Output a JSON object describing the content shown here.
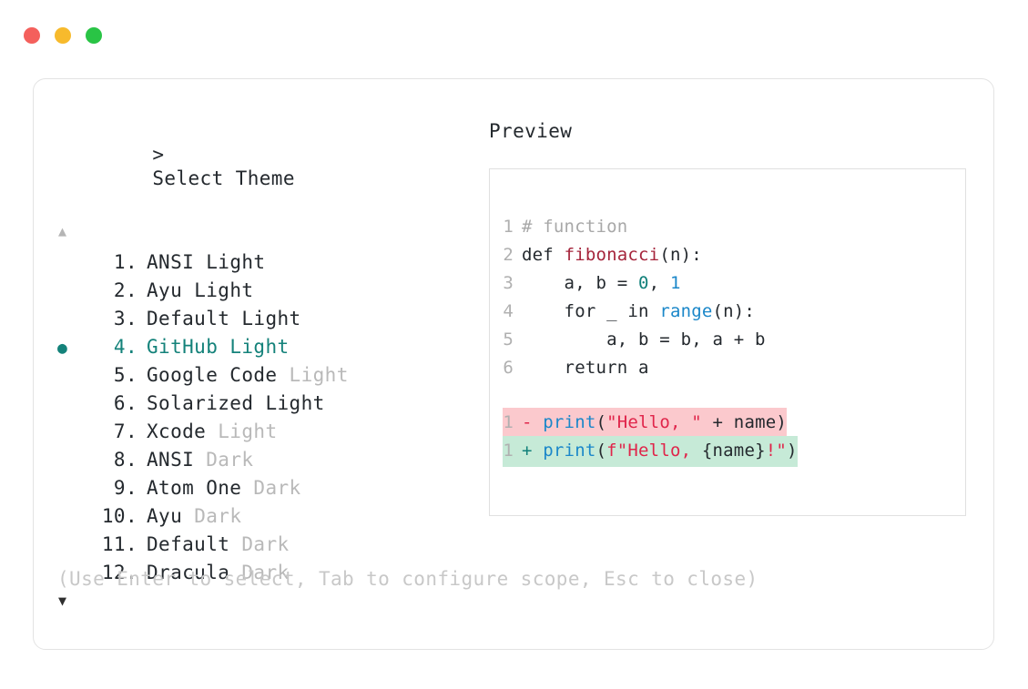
{
  "window": {
    "dots": [
      {
        "name": "close",
        "color": "#f4605c"
      },
      {
        "name": "minimize",
        "color": "#f7ba2c"
      },
      {
        "name": "maximize",
        "color": "#29c445"
      }
    ]
  },
  "selector": {
    "prompt_symbol": ">",
    "title": "Select Theme",
    "scroll_up_icon": "▲",
    "scroll_down_icon": "▼",
    "bullet_icon": "●",
    "selected_index": 4,
    "accent_color": "#14827a",
    "items": [
      {
        "index": "1.",
        "name": "ANSI",
        "suffix": "Light",
        "suffix_dim": false,
        "selected": false
      },
      {
        "index": "2.",
        "name": "Ayu",
        "suffix": "Light",
        "suffix_dim": false,
        "selected": false
      },
      {
        "index": "3.",
        "name": "Default",
        "suffix": "Light",
        "suffix_dim": false,
        "selected": false
      },
      {
        "index": "4.",
        "name": "GitHub",
        "suffix": "Light",
        "suffix_dim": false,
        "selected": true
      },
      {
        "index": "5.",
        "name": "Google Code",
        "suffix": "Light",
        "suffix_dim": true,
        "selected": false
      },
      {
        "index": "6.",
        "name": "Solarized",
        "suffix": "Light",
        "suffix_dim": false,
        "selected": false
      },
      {
        "index": "7.",
        "name": "Xcode",
        "suffix": "Light",
        "suffix_dim": true,
        "selected": false
      },
      {
        "index": "8.",
        "name": "ANSI",
        "suffix": "Dark",
        "suffix_dim": true,
        "selected": false
      },
      {
        "index": "9.",
        "name": "Atom One",
        "suffix": "Dark",
        "suffix_dim": true,
        "selected": false
      },
      {
        "index": "10.",
        "name": "Ayu",
        "suffix": "Dark",
        "suffix_dim": true,
        "selected": false
      },
      {
        "index": "11.",
        "name": "Default",
        "suffix": "Dark",
        "suffix_dim": true,
        "selected": false
      },
      {
        "index": "12.",
        "name": "Dracula",
        "suffix": "Dark",
        "suffix_dim": true,
        "selected": false
      }
    ],
    "hint": "(Use Enter to select, Tab to configure scope, Esc to close)"
  },
  "preview": {
    "label": "Preview",
    "code_lines": [
      {
        "lineno": "1",
        "tokens": [
          {
            "t": "# function",
            "c": "comment"
          }
        ]
      },
      {
        "lineno": "2",
        "tokens": [
          {
            "t": "def ",
            "c": "kw"
          },
          {
            "t": "fibonacci",
            "c": "fn"
          },
          {
            "t": "(n):",
            "c": "plain"
          }
        ]
      },
      {
        "lineno": "3",
        "tokens": [
          {
            "t": "    a, b = ",
            "c": "plain"
          },
          {
            "t": "0",
            "c": "num"
          },
          {
            "t": ", ",
            "c": "plain"
          },
          {
            "t": "1",
            "c": "num-b"
          }
        ]
      },
      {
        "lineno": "4",
        "tokens": [
          {
            "t": "    for _ in ",
            "c": "plain"
          },
          {
            "t": "range",
            "c": "builtin"
          },
          {
            "t": "(n):",
            "c": "plain"
          }
        ]
      },
      {
        "lineno": "5",
        "tokens": [
          {
            "t": "        a, b = b, a + b",
            "c": "plain"
          }
        ]
      },
      {
        "lineno": "6",
        "tokens": [
          {
            "t": "    return a",
            "c": "plain"
          }
        ]
      }
    ],
    "diff_lines": [
      {
        "kind": "del",
        "lineno": "1",
        "sign": "-",
        "bg_color": "#fbc9cd",
        "tokens": [
          {
            "t": "print",
            "c": "print"
          },
          {
            "t": "(",
            "c": "plain"
          },
          {
            "t": "\"Hello, \"",
            "c": "str"
          },
          {
            "t": " + name)",
            "c": "plain"
          }
        ]
      },
      {
        "kind": "add",
        "lineno": "1",
        "sign": "+",
        "bg_color": "#c6ead7",
        "tokens": [
          {
            "t": "print",
            "c": "print"
          },
          {
            "t": "(",
            "c": "plain"
          },
          {
            "t": "f\"Hello, ",
            "c": "str"
          },
          {
            "t": "{name}",
            "c": "plain"
          },
          {
            "t": "!\"",
            "c": "str"
          },
          {
            "t": ")",
            "c": "plain"
          }
        ]
      }
    ]
  }
}
